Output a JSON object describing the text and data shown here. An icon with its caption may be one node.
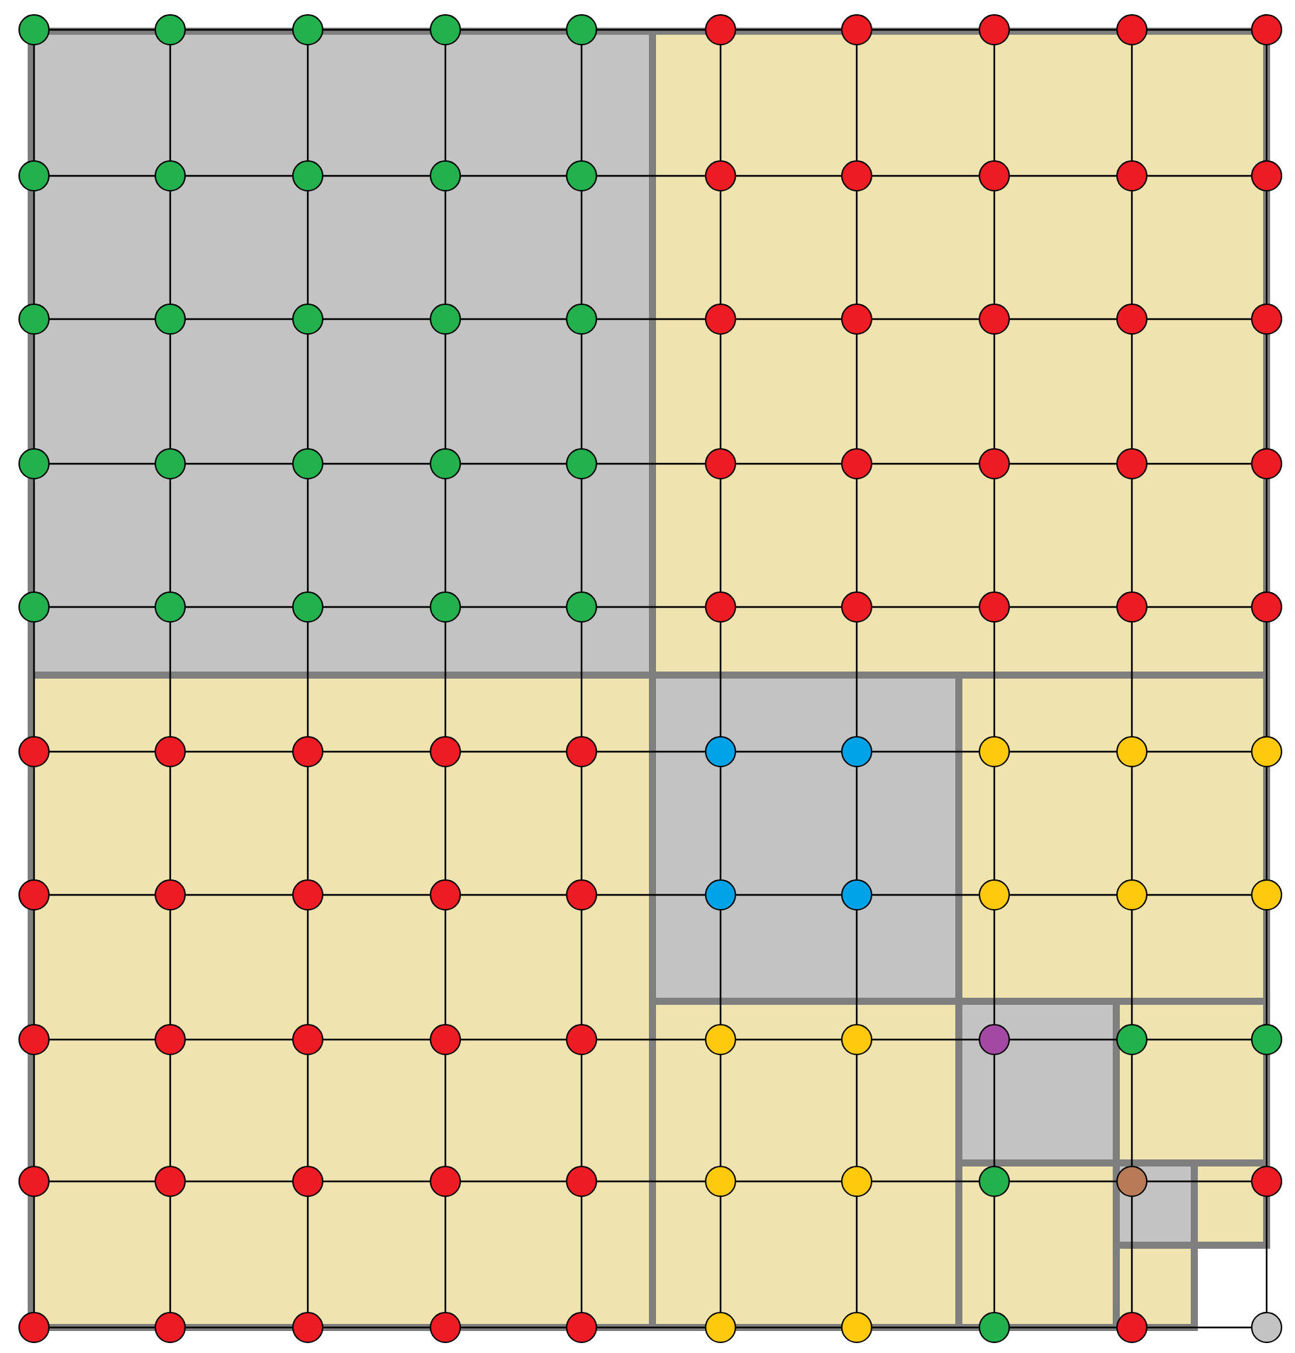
{
  "diagram": {
    "nodes": [
      {
        "text": [],
        "shape": "circle"
      },
      {
        "text": [],
        "shape": "circle"
      },
      {
        "text": [],
        "shape": "circle"
      },
      {
        "text": [],
        "shape": "circle"
      },
      {
        "text": [],
        "shape": "circle"
      },
      {
        "text": [],
        "shape": "circle"
      },
      {
        "text": [],
        "shape": "circle"
      },
      {
        "text": [],
        "shape": "circle"
      },
      {
        "text": [],
        "shape": "circle"
      },
      {
        "text": [],
        "shape": "circle"
      },
      {
        "text": [],
        "shape": "circle"
      },
      {
        "text": [],
        "shape": "circle"
      },
      {
        "text": [],
        "shape": "circle"
      },
      {
        "text": [],
        "shape": "circle"
      },
      {
        "text": [],
        "shape": "circle"
      },
      {
        "text": [],
        "shape": "circle"
      },
      {
        "text": [],
        "shape": "circle"
      },
      {
        "text": [],
        "shape": "circle"
      },
      {
        "text": [],
        "shape": "circle"
      },
      {
        "text": [],
        "shape": "circle"
      },
      {
        "text": [],
        "shape": "circle"
      },
      {
        "text": [],
        "shape": "circle"
      },
      {
        "text": [],
        "shape": "circle"
      },
      {
        "text": [],
        "shape": "circle"
      },
      {
        "text": [],
        "shape": "circle"
      },
      {
        "text": [],
        "shape": "circle"
      },
      {
        "text": [],
        "shape": "circle"
      },
      {
        "text": [],
        "shape": "circle"
      },
      {
        "text": [],
        "shape": "circle"
      },
      {
        "text": [],
        "shape": "circle"
      },
      {
        "text": [],
        "shape": "circle"
      },
      {
        "text": [],
        "shape": "circle"
      },
      {
        "text": [],
        "shape": "circle"
      },
      {
        "text": [],
        "shape": "circle"
      },
      {
        "text": [],
        "shape": "circle"
      },
      {
        "text": [],
        "shape": "circle"
      },
      {
        "text": [],
        "shape": "circle"
      },
      {
        "text": [],
        "shape": "circle"
      },
      {
        "text": [],
        "shape": "circle"
      },
      {
        "text": [],
        "shape": "circle"
      },
      {
        "text": [],
        "shape": "circle"
      },
      {
        "text": [],
        "shape": "circle"
      },
      {
        "text": [],
        "shape": "circle"
      },
      {
        "text": [],
        "shape": "circle"
      },
      {
        "text": [],
        "shape": "circle"
      },
      {
        "text": [],
        "shape": "circle"
      },
      {
        "text": [],
        "shape": "circle"
      },
      {
        "text": [],
        "shape": "circle"
      },
      {
        "text": [],
        "shape": "circle"
      },
      {
        "text": [],
        "shape": "circle"
      },
      {
        "text": [],
        "shape": "circle"
      },
      {
        "text": [],
        "shape": "circle"
      },
      {
        "text": [],
        "shape": "circle"
      },
      {
        "text": [],
        "shape": "circle"
      },
      {
        "text": [],
        "shape": "circle"
      },
      {
        "text": [],
        "shape": "circle"
      },
      {
        "text": [],
        "shape": "circle"
      },
      {
        "text": [],
        "shape": "circle"
      },
      {
        "text": [],
        "shape": "circle"
      },
      {
        "text": [],
        "shape": "circle"
      },
      {
        "text": [],
        "shape": "circle"
      },
      {
        "text": [],
        "shape": "circle"
      },
      {
        "text": [],
        "shape": "circle"
      },
      {
        "text": [],
        "shape": "circle"
      },
      {
        "text": [],
        "shape": "circle"
      },
      {
        "text": [],
        "shape": "circle"
      },
      {
        "text": [],
        "shape": "circle"
      },
      {
        "text": [],
        "shape": "circle"
      },
      {
        "text": [],
        "shape": "circle"
      },
      {
        "text": [],
        "shape": "circle"
      },
      {
        "text": [],
        "shape": "circle"
      },
      {
        "text": [],
        "shape": "circle"
      },
      {
        "text": [],
        "shape": "circle"
      },
      {
        "text": [],
        "shape": "circle"
      },
      {
        "text": [],
        "shape": "circle"
      },
      {
        "text": [],
        "shape": "circle"
      },
      {
        "text": [],
        "shape": "circle"
      },
      {
        "text": [],
        "shape": "circle"
      },
      {
        "text": [],
        "shape": "circle"
      },
      {
        "text": [],
        "shape": "circle"
      },
      {
        "text": [],
        "shape": "circle"
      },
      {
        "text": [],
        "shape": "circle"
      },
      {
        "text": [],
        "shape": "circle"
      },
      {
        "text": [],
        "shape": "circle"
      },
      {
        "text": [],
        "shape": "circle"
      },
      {
        "text": [],
        "shape": "circle"
      },
      {
        "text": [],
        "shape": "circle"
      },
      {
        "text": [],
        "shape": "circle"
      },
      {
        "text": [],
        "shape": "circle"
      },
      {
        "text": [],
        "shape": "circle"
      },
      {
        "text": [],
        "shape": "circle"
      },
      {
        "text": [],
        "shape": "circle"
      },
      {
        "text": [],
        "shape": "circle"
      },
      {
        "text": [],
        "shape": "circle"
      },
      {
        "text": [],
        "shape": "circle"
      },
      {
        "text": [],
        "shape": "circle"
      },
      {
        "text": [],
        "shape": "circle"
      },
      {
        "text": [],
        "shape": "circle"
      },
      {
        "text": [],
        "shape": "circle"
      },
      {
        "text": [],
        "shape": "circle"
      }
    ],
    "edges": [
      {
        "from": 0,
        "to": 1,
        "arrow": "none"
      },
      {
        "from": 1,
        "to": 2,
        "arrow": "none"
      },
      {
        "from": 2,
        "to": 3,
        "arrow": "none"
      },
      {
        "from": 3,
        "to": 4,
        "arrow": "none"
      },
      {
        "from": 4,
        "to": 5,
        "arrow": "none"
      },
      {
        "from": 5,
        "to": 6,
        "arrow": "none"
      },
      {
        "from": 6,
        "to": 7,
        "arrow": "none"
      },
      {
        "from": 7,
        "to": 8,
        "arrow": "none"
      },
      {
        "from": 8,
        "to": 9,
        "arrow": "none"
      },
      {
        "from": 10,
        "to": 11,
        "arrow": "none"
      },
      {
        "from": 11,
        "to": 12,
        "arrow": "none"
      },
      {
        "from": 12,
        "to": 13,
        "arrow": "none"
      },
      {
        "from": 13,
        "to": 14,
        "arrow": "none"
      },
      {
        "from": 14,
        "to": 15,
        "arrow": "none"
      },
      {
        "from": 15,
        "to": 16,
        "arrow": "none"
      },
      {
        "from": 16,
        "to": 17,
        "arrow": "none"
      },
      {
        "from": 17,
        "to": 18,
        "arrow": "none"
      },
      {
        "from": 18,
        "to": 19,
        "arrow": "none"
      },
      {
        "from": 20,
        "to": 21,
        "arrow": "none"
      },
      {
        "from": 21,
        "to": 22,
        "arrow": "none"
      },
      {
        "from": 22,
        "to": 23,
        "arrow": "none"
      },
      {
        "from": 23,
        "to": 24,
        "arrow": "none"
      },
      {
        "from": 24,
        "to": 25,
        "arrow": "none"
      },
      {
        "from": 25,
        "to": 26,
        "arrow": "none"
      },
      {
        "from": 26,
        "to": 27,
        "arrow": "none"
      },
      {
        "from": 27,
        "to": 28,
        "arrow": "none"
      },
      {
        "from": 28,
        "to": 29,
        "arrow": "none"
      },
      {
        "from": 30,
        "to": 31,
        "arrow": "none"
      },
      {
        "from": 31,
        "to": 32,
        "arrow": "none"
      },
      {
        "from": 32,
        "to": 33,
        "arrow": "none"
      },
      {
        "from": 33,
        "to": 34,
        "arrow": "none"
      },
      {
        "from": 34,
        "to": 35,
        "arrow": "none"
      },
      {
        "from": 35,
        "to": 36,
        "arrow": "none"
      },
      {
        "from": 36,
        "to": 37,
        "arrow": "none"
      },
      {
        "from": 37,
        "to": 38,
        "arrow": "none"
      },
      {
        "from": 38,
        "to": 39,
        "arrow": "none"
      },
      {
        "from": 40,
        "to": 41,
        "arrow": "none"
      },
      {
        "from": 41,
        "to": 42,
        "arrow": "none"
      },
      {
        "from": 42,
        "to": 43,
        "arrow": "none"
      },
      {
        "from": 43,
        "to": 44,
        "arrow": "none"
      },
      {
        "from": 44,
        "to": 45,
        "arrow": "none"
      },
      {
        "from": 45,
        "to": 46,
        "arrow": "none"
      },
      {
        "from": 46,
        "to": 47,
        "arrow": "none"
      },
      {
        "from": 47,
        "to": 48,
        "arrow": "none"
      },
      {
        "from": 48,
        "to": 49,
        "arrow": "none"
      },
      {
        "from": 50,
        "to": 51,
        "arrow": "none"
      },
      {
        "from": 51,
        "to": 52,
        "arrow": "none"
      },
      {
        "from": 52,
        "to": 53,
        "arrow": "none"
      },
      {
        "from": 53,
        "to": 54,
        "arrow": "none"
      },
      {
        "from": 54,
        "to": 55,
        "arrow": "none"
      },
      {
        "from": 55,
        "to": 56,
        "arrow": "none"
      },
      {
        "from": 56,
        "to": 57,
        "arrow": "none"
      },
      {
        "from": 57,
        "to": 58,
        "arrow": "none"
      },
      {
        "from": 58,
        "to": 59,
        "arrow": "none"
      },
      {
        "from": 60,
        "to": 61,
        "arrow": "none"
      },
      {
        "from": 61,
        "to": 62,
        "arrow": "none"
      },
      {
        "from": 62,
        "to": 63,
        "arrow": "none"
      },
      {
        "from": 63,
        "to": 64,
        "arrow": "none"
      },
      {
        "from": 64,
        "to": 65,
        "arrow": "none"
      },
      {
        "from": 65,
        "to": 66,
        "arrow": "none"
      },
      {
        "from": 66,
        "to": 67,
        "arrow": "none"
      },
      {
        "from": 67,
        "to": 68,
        "arrow": "none"
      },
      {
        "from": 68,
        "to": 69,
        "arrow": "none"
      },
      {
        "from": 70,
        "to": 71,
        "arrow": "none"
      },
      {
        "from": 71,
        "to": 72,
        "arrow": "none"
      },
      {
        "from": 72,
        "to": 73,
        "arrow": "none"
      },
      {
        "from": 73,
        "to": 74,
        "arrow": "none"
      },
      {
        "from": 74,
        "to": 75,
        "arrow": "none"
      },
      {
        "from": 75,
        "to": 76,
        "arrow": "none"
      },
      {
        "from": 76,
        "to": 77,
        "arrow": "none"
      },
      {
        "from": 77,
        "to": 78,
        "arrow": "none"
      },
      {
        "from": 78,
        "to": 79,
        "arrow": "none"
      },
      {
        "from": 80,
        "to": 81,
        "arrow": "none"
      },
      {
        "from": 81,
        "to": 82,
        "arrow": "none"
      },
      {
        "from": 82,
        "to": 83,
        "arrow": "none"
      },
      {
        "from": 83,
        "to": 84,
        "arrow": "none"
      },
      {
        "from": 84,
        "to": 85,
        "arrow": "none"
      },
      {
        "from": 85,
        "to": 86,
        "arrow": "none"
      },
      {
        "from": 86,
        "to": 87,
        "arrow": "none"
      },
      {
        "from": 87,
        "to": 88,
        "arrow": "none"
      },
      {
        "from": 88,
        "to": 89,
        "arrow": "none"
      },
      {
        "from": 90,
        "to": 91,
        "arrow": "none"
      },
      {
        "from": 91,
        "to": 92,
        "arrow": "none"
      },
      {
        "from": 92,
        "to": 93,
        "arrow": "none"
      },
      {
        "from": 93,
        "to": 94,
        "arrow": "none"
      },
      {
        "from": 94,
        "to": 95,
        "arrow": "none"
      },
      {
        "from": 95,
        "to": 96,
        "arrow": "none"
      },
      {
        "from": 96,
        "to": 97,
        "arrow": "none"
      },
      {
        "from": 97,
        "to": 98,
        "arrow": "none"
      },
      {
        "from": 98,
        "to": 99,
        "arrow": "none"
      },
      {
        "from": 0,
        "to": 10,
        "arrow": "none"
      },
      {
        "from": 10,
        "to": 20,
        "arrow": "none"
      },
      {
        "from": 20,
        "to": 30,
        "arrow": "none"
      },
      {
        "from": 30,
        "to": 40,
        "arrow": "none"
      },
      {
        "from": 40,
        "to": 50,
        "arrow": "none"
      },
      {
        "from": 50,
        "to": 60,
        "arrow": "none"
      },
      {
        "from": 60,
        "to": 70,
        "arrow": "none"
      },
      {
        "from": 70,
        "to": 80,
        "arrow": "none"
      },
      {
        "from": 80,
        "to": 90,
        "arrow": "none"
      },
      {
        "from": 1,
        "to": 11,
        "arrow": "none"
      },
      {
        "from": 11,
        "to": 21,
        "arrow": "none"
      },
      {
        "from": 21,
        "to": 31,
        "arrow": "none"
      },
      {
        "from": 31,
        "to": 41,
        "arrow": "none"
      },
      {
        "from": 41,
        "to": 51,
        "arrow": "none"
      },
      {
        "from": 51,
        "to": 61,
        "arrow": "none"
      },
      {
        "from": 61,
        "to": 71,
        "arrow": "none"
      },
      {
        "from": 71,
        "to": 81,
        "arrow": "none"
      },
      {
        "from": 81,
        "to": 91,
        "arrow": "none"
      },
      {
        "from": 2,
        "to": 12,
        "arrow": "none"
      },
      {
        "from": 12,
        "to": 22,
        "arrow": "none"
      },
      {
        "from": 22,
        "to": 32,
        "arrow": "none"
      },
      {
        "from": 32,
        "to": 42,
        "arrow": "none"
      },
      {
        "from": 42,
        "to": 52,
        "arrow": "none"
      },
      {
        "from": 52,
        "to": 62,
        "arrow": "none"
      },
      {
        "from": 62,
        "to": 72,
        "arrow": "none"
      },
      {
        "from": 72,
        "to": 82,
        "arrow": "none"
      },
      {
        "from": 82,
        "to": 92,
        "arrow": "none"
      },
      {
        "from": 3,
        "to": 13,
        "arrow": "none"
      },
      {
        "from": 13,
        "to": 23,
        "arrow": "none"
      },
      {
        "from": 23,
        "to": 33,
        "arrow": "none"
      },
      {
        "from": 33,
        "to": 43,
        "arrow": "none"
      },
      {
        "from": 43,
        "to": 53,
        "arrow": "none"
      },
      {
        "from": 53,
        "to": 63,
        "arrow": "none"
      },
      {
        "from": 63,
        "to": 73,
        "arrow": "none"
      },
      {
        "from": 73,
        "to": 83,
        "arrow": "none"
      },
      {
        "from": 83,
        "to": 93,
        "arrow": "none"
      },
      {
        "from": 4,
        "to": 14,
        "arrow": "none"
      },
      {
        "from": 14,
        "to": 24,
        "arrow": "none"
      },
      {
        "from": 24,
        "to": 34,
        "arrow": "none"
      },
      {
        "from": 34,
        "to": 44,
        "arrow": "none"
      },
      {
        "from": 44,
        "to": 54,
        "arrow": "none"
      },
      {
        "from": 54,
        "to": 64,
        "arrow": "none"
      },
      {
        "from": 64,
        "to": 74,
        "arrow": "none"
      },
      {
        "from": 74,
        "to": 84,
        "arrow": "none"
      },
      {
        "from": 84,
        "to": 94,
        "arrow": "none"
      },
      {
        "from": 5,
        "to": 15,
        "arrow": "none"
      },
      {
        "from": 15,
        "to": 25,
        "arrow": "none"
      },
      {
        "from": 25,
        "to": 35,
        "arrow": "none"
      },
      {
        "from": 35,
        "to": 45,
        "arrow": "none"
      },
      {
        "from": 45,
        "to": 55,
        "arrow": "none"
      },
      {
        "from": 55,
        "to": 65,
        "arrow": "none"
      },
      {
        "from": 65,
        "to": 75,
        "arrow": "none"
      },
      {
        "from": 75,
        "to": 85,
        "arrow": "none"
      },
      {
        "from": 85,
        "to": 95,
        "arrow": "none"
      },
      {
        "from": 6,
        "to": 16,
        "arrow": "none"
      },
      {
        "from": 16,
        "to": 26,
        "arrow": "none"
      },
      {
        "from": 26,
        "to": 36,
        "arrow": "none"
      },
      {
        "from": 36,
        "to": 46,
        "arrow": "none"
      },
      {
        "from": 46,
        "to": 56,
        "arrow": "none"
      },
      {
        "from": 56,
        "to": 66,
        "arrow": "none"
      },
      {
        "from": 66,
        "to": 76,
        "arrow": "none"
      },
      {
        "from": 76,
        "to": 86,
        "arrow": "none"
      },
      {
        "from": 86,
        "to": 96,
        "arrow": "none"
      },
      {
        "from": 7,
        "to": 17,
        "arrow": "none"
      },
      {
        "from": 17,
        "to": 27,
        "arrow": "none"
      },
      {
        "from": 27,
        "to": 37,
        "arrow": "none"
      },
      {
        "from": 37,
        "to": 47,
        "arrow": "none"
      },
      {
        "from": 47,
        "to": 57,
        "arrow": "none"
      },
      {
        "from": 57,
        "to": 67,
        "arrow": "none"
      },
      {
        "from": 67,
        "to": 77,
        "arrow": "none"
      },
      {
        "from": 77,
        "to": 87,
        "arrow": "none"
      },
      {
        "from": 87,
        "to": 97,
        "arrow": "none"
      },
      {
        "from": 8,
        "to": 18,
        "arrow": "none"
      },
      {
        "from": 18,
        "to": 28,
        "arrow": "none"
      },
      {
        "from": 28,
        "to": 38,
        "arrow": "none"
      },
      {
        "from": 38,
        "to": 48,
        "arrow": "none"
      },
      {
        "from": 48,
        "to": 58,
        "arrow": "none"
      },
      {
        "from": 58,
        "to": 68,
        "arrow": "none"
      },
      {
        "from": 68,
        "to": 78,
        "arrow": "none"
      },
      {
        "from": 78,
        "to": 88,
        "arrow": "none"
      },
      {
        "from": 88,
        "to": 98,
        "arrow": "none"
      },
      {
        "from": 9,
        "to": 19,
        "arrow": "none"
      },
      {
        "from": 19,
        "to": 29,
        "arrow": "none"
      },
      {
        "from": 29,
        "to": 39,
        "arrow": "none"
      },
      {
        "from": 39,
        "to": 49,
        "arrow": "none"
      },
      {
        "from": 49,
        "to": 59,
        "arrow": "none"
      },
      {
        "from": 59,
        "to": 69,
        "arrow": "none"
      },
      {
        "from": 69,
        "to": 79,
        "arrow": "none"
      },
      {
        "from": 79,
        "to": 89,
        "arrow": "none"
      },
      {
        "from": 89,
        "to": 99,
        "arrow": "none"
      }
    ]
  }
}
